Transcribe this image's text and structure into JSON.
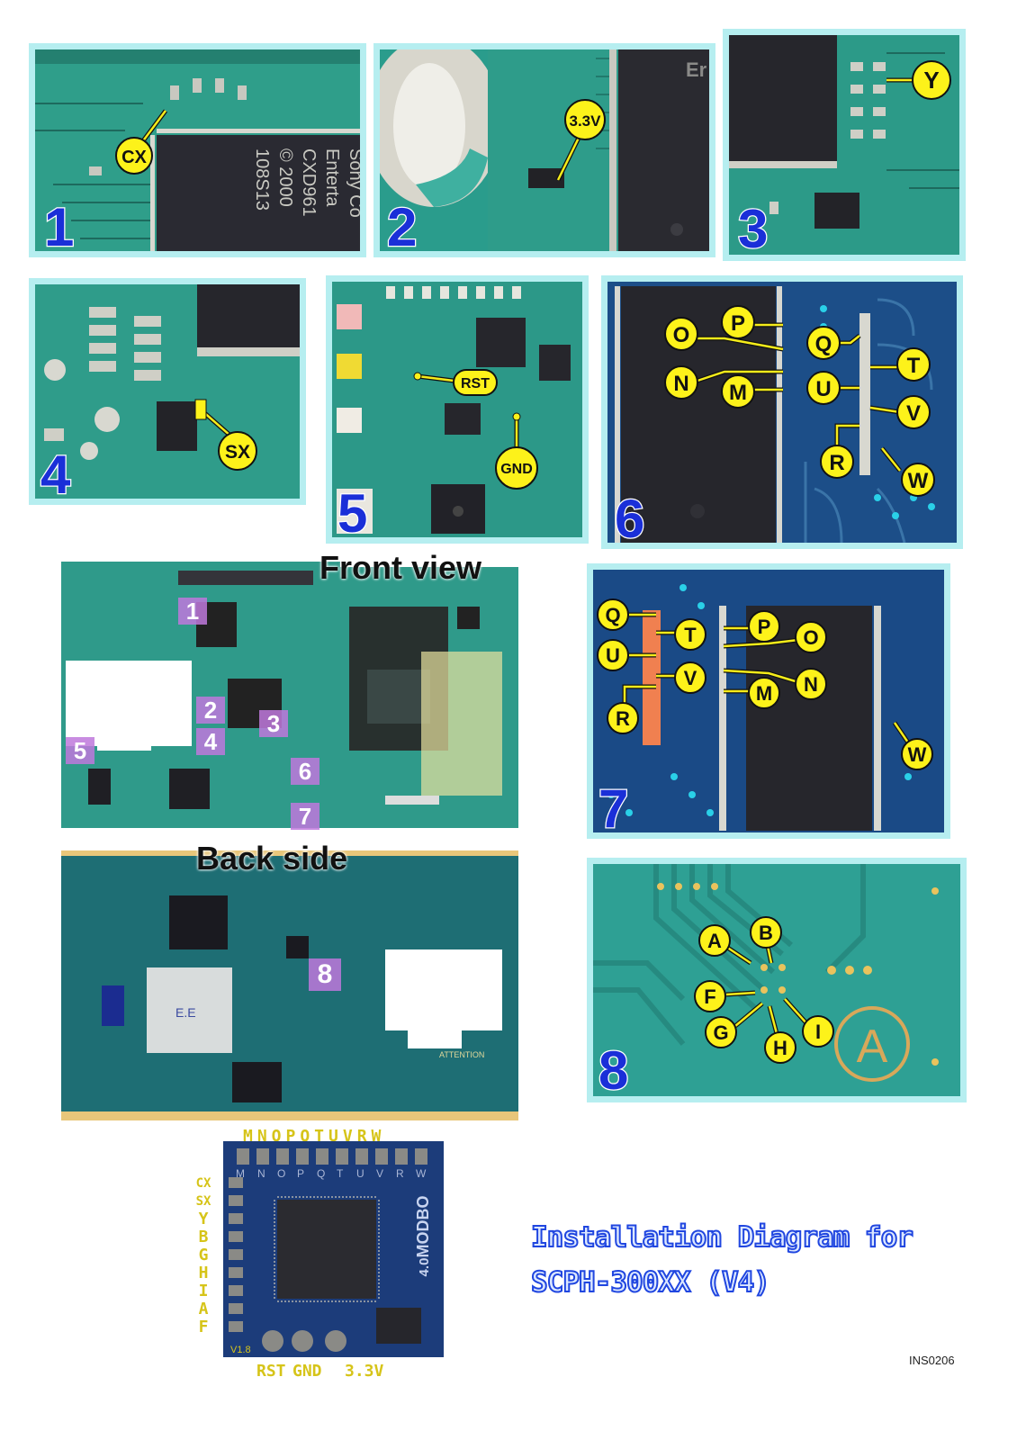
{
  "colors": {
    "frame": "#b6eef0",
    "pcb": "#2a9a88",
    "label_fill": "#fdf21a",
    "panel_number": "#1a2fd8",
    "chip": "#222228"
  },
  "panels": [
    {
      "number": "1",
      "labels": [
        "CX"
      ],
      "chip_text": [
        "Sony Co",
        "Enterta",
        "CXD961",
        "© 2000",
        "108S13"
      ]
    },
    {
      "number": "2",
      "labels": [
        "3.3V"
      ],
      "chip_text": [
        "Er"
      ]
    },
    {
      "number": "3",
      "labels": [
        "Y"
      ]
    },
    {
      "number": "4",
      "labels": [
        "SX"
      ]
    },
    {
      "number": "5",
      "labels": [
        "RST",
        "GND"
      ]
    },
    {
      "number": "6",
      "labels": [
        "O",
        "P",
        "Q",
        "N",
        "M",
        "U",
        "T",
        "V",
        "R",
        "W"
      ]
    },
    {
      "number": "7",
      "labels": [
        "Q",
        "T",
        "P",
        "O",
        "U",
        "V",
        "N",
        "M",
        "R",
        "W"
      ]
    },
    {
      "number": "8",
      "labels": [
        "A",
        "B",
        "F",
        "G",
        "H",
        "I"
      ],
      "marking": "A"
    }
  ],
  "boards": {
    "front_title": "Front view",
    "back_title": "Back side",
    "front_markers": [
      "1",
      "2",
      "3",
      "4",
      "5",
      "6",
      "7"
    ],
    "back_markers": [
      "8"
    ],
    "back_text": [
      "E.E",
      "ATTENTION"
    ]
  },
  "modchip": {
    "top_pins": "MNOPQTUVRW",
    "side_pins": [
      "CX",
      "SX",
      "Y",
      "B",
      "G",
      "H",
      "I",
      "A",
      "F"
    ],
    "bottom_pins": [
      "RST",
      "GND",
      "3.3V"
    ],
    "board_brand": "MODBO",
    "board_version": "4.0",
    "board_rev": "V1.8"
  },
  "title_line1": "Installation Diagram for",
  "title_line2": "SCPH-300XX (V4)",
  "reference": "INS0206"
}
